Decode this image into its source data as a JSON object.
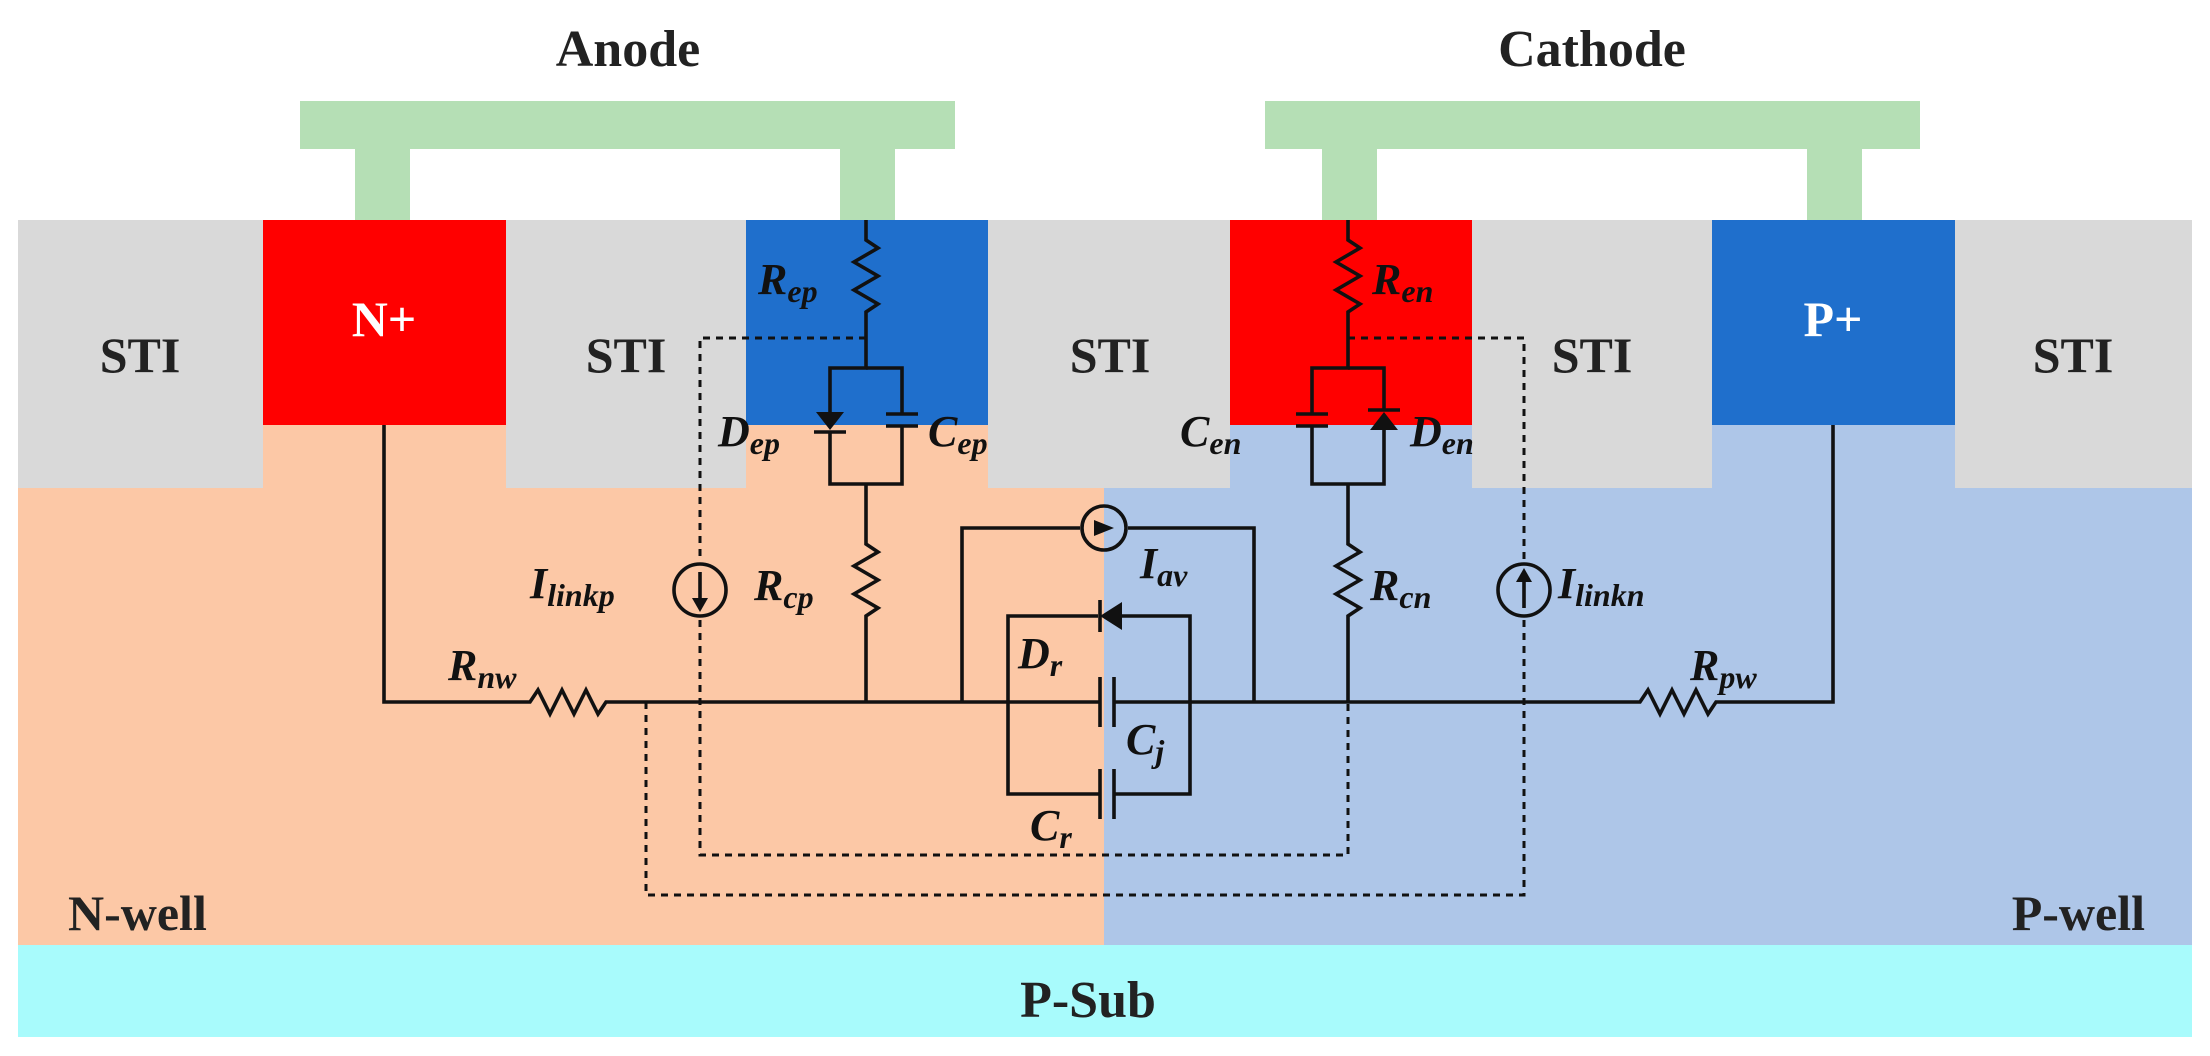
{
  "terminals": {
    "anode": "Anode",
    "cathode": "Cathode"
  },
  "regions": {
    "sti": "STI",
    "n_plus": "N+",
    "p_plus": "P+",
    "n_well": "N-well",
    "p_well": "P-well",
    "p_sub": "P-Sub"
  },
  "components": {
    "r_ep": {
      "main": "R",
      "sub": "ep"
    },
    "d_ep": {
      "main": "D",
      "sub": "ep"
    },
    "c_ep": {
      "main": "C",
      "sub": "ep"
    },
    "r_cp": {
      "main": "R",
      "sub": "cp"
    },
    "r_en": {
      "main": "R",
      "sub": "en"
    },
    "c_en": {
      "main": "C",
      "sub": "en"
    },
    "d_en": {
      "main": "D",
      "sub": "en"
    },
    "r_cn": {
      "main": "R",
      "sub": "cn"
    },
    "i_linkp": {
      "main": "I",
      "sub": "linkp"
    },
    "i_linkn": {
      "main": "I",
      "sub": "linkn"
    },
    "i_av": {
      "main": "I",
      "sub": "av"
    },
    "d_r": {
      "main": "D",
      "sub": "r"
    },
    "c_j": {
      "main": "C",
      "sub": "j"
    },
    "c_r": {
      "main": "C",
      "sub": "r"
    },
    "r_nw": {
      "main": "R",
      "sub": "nw"
    },
    "r_pw": {
      "main": "R",
      "sub": "pw"
    }
  },
  "colors": {
    "metal": "#b5dfb5",
    "sti": "#d9d9d9",
    "n_plus": "#ff0000",
    "p_plus": "#1f6fcc",
    "n_well": "#fcc8a6",
    "p_well": "#aec6e8",
    "p_sub": "#a8fbfc"
  }
}
